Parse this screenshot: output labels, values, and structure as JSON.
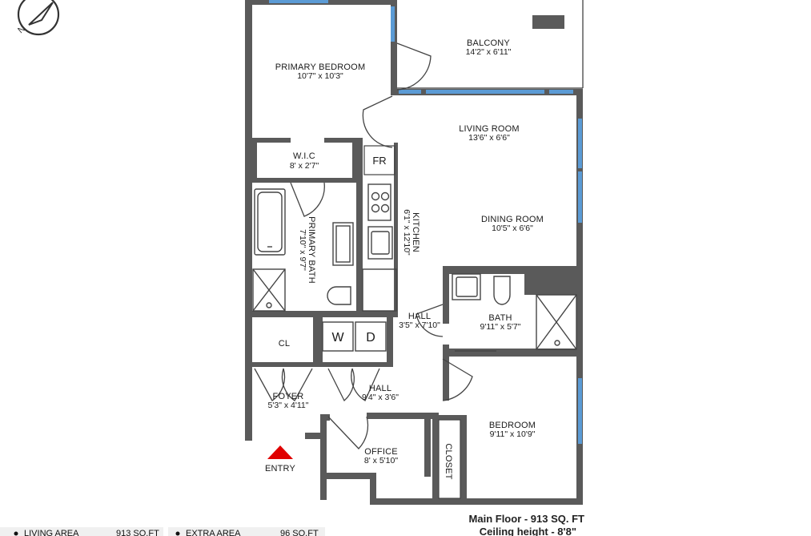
{
  "rooms": {
    "balcony": {
      "name": "BALCONY",
      "dims": "14'2\" x 6'11\""
    },
    "primary_bedroom": {
      "name": "PRIMARY BEDROOM",
      "dims": "10'7\" x 10'3\""
    },
    "living_room": {
      "name": "LIVING ROOM",
      "dims": "13'6\" x 6'6\""
    },
    "wic": {
      "name": "W.I.C",
      "dims": "8' x 2'7\""
    },
    "fr": {
      "name": "FR"
    },
    "kitchen": {
      "name": "KITCHEN",
      "dims": "6'1\" x 12'10\""
    },
    "primary_bath": {
      "name": "PRIMARY BATH",
      "dims": "7'10\" x 9'7\""
    },
    "dining_room": {
      "name": "DINING ROOM",
      "dims": "10'5\" x 6'6\""
    },
    "hall_upper": {
      "name": "HALL",
      "dims": "3'5\" x 7'10\""
    },
    "bath": {
      "name": "BATH",
      "dims": "9'11\" x 5'7\""
    },
    "cl": {
      "name": "CL"
    },
    "washer": {
      "name": "W"
    },
    "dryer": {
      "name": "D"
    },
    "hall_lower": {
      "name": "HALL",
      "dims": "9'4\" x 3'6\""
    },
    "foyer": {
      "name": "FOYER",
      "dims": "5'3\" x 4'11\""
    },
    "bedroom": {
      "name": "BEDROOM",
      "dims": "9'11\" x 10'9\""
    },
    "office": {
      "name": "OFFICE",
      "dims": "8' x 5'10\""
    },
    "closet": {
      "name": "CLOSET"
    }
  },
  "entry": {
    "label": "ENTRY"
  },
  "footer": {
    "main_floor": "Main Floor - 913 SQ. FT",
    "ceiling": "Ceiling height - 8'8\"",
    "living_area_label": "LIVING AREA",
    "living_area_value": "913 SQ.FT",
    "extra_area_label": "EXTRA AREA",
    "extra_area_value": "96 SQ.FT"
  },
  "colors": {
    "wall": "#5a5a5a",
    "window": "#5b9bd5",
    "entry_marker": "#e00000"
  }
}
